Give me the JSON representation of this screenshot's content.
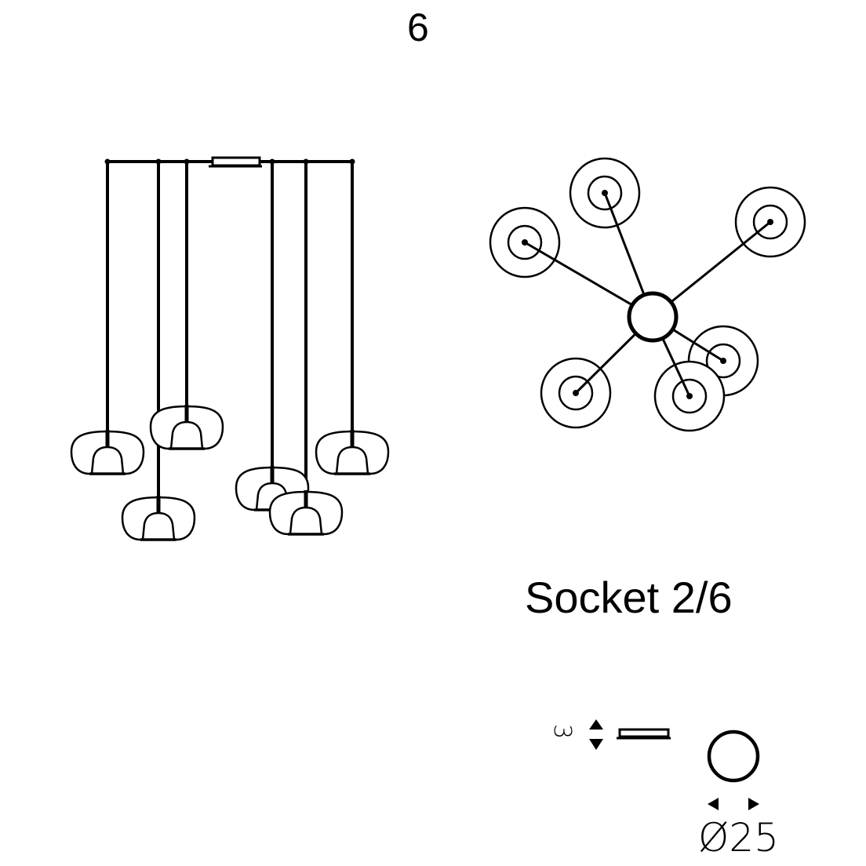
{
  "diagram": {
    "title": "6",
    "socket_label": "Socket 2/6",
    "canopy_dimensions": {
      "height_label": "3",
      "diameter_label": "Ø25"
    },
    "side_view": {
      "pendant_count": 6,
      "pendants": [
        {
          "id": 1,
          "name": "pendant-1"
        },
        {
          "id": 2,
          "name": "pendant-2"
        },
        {
          "id": 3,
          "name": "pendant-3"
        },
        {
          "id": 4,
          "name": "pendant-4"
        },
        {
          "id": 5,
          "name": "pendant-5"
        },
        {
          "id": 6,
          "name": "pendant-6"
        }
      ]
    },
    "top_view": {
      "arm_count": 6
    },
    "colors": {
      "line": "#000000",
      "background": "#ffffff"
    }
  }
}
